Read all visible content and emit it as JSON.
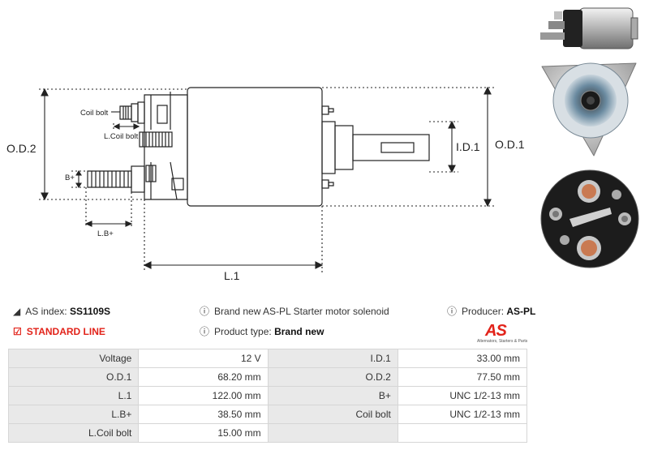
{
  "drawing": {
    "labels": {
      "od2": "O.D.2",
      "od1": "O.D.1",
      "id1": "I.D.1",
      "l1": "L.1",
      "lb": "L.B+",
      "b_plus": "B+",
      "coil_bolt": "Coil bolt",
      "l_coil_bolt": "L.Coil bolt"
    }
  },
  "photos": [
    {
      "name": "solenoid-side-view"
    },
    {
      "name": "solenoid-front-flange-view"
    },
    {
      "name": "solenoid-rear-terminal-view"
    }
  ],
  "info": {
    "as_index_label": "AS index:",
    "as_index_value": "SS1109S",
    "line_label": "STANDARD LINE",
    "brand_text": "Brand new AS-PL Starter motor solenoid",
    "product_type_label": "Product type:",
    "product_type_value": "Brand new",
    "producer_label": "Producer:",
    "producer_value": "AS-PL",
    "logo_text": "AS",
    "logo_tagline": "Alternators, Starters & Parts"
  },
  "specs": [
    {
      "k1": "Voltage",
      "v1": "12 V",
      "k2": "I.D.1",
      "v2": "33.00 mm"
    },
    {
      "k1": "O.D.1",
      "v1": "68.20 mm",
      "k2": "O.D.2",
      "v2": "77.50 mm"
    },
    {
      "k1": "L.1",
      "v1": "122.00 mm",
      "k2": "B+",
      "v2": "UNC 1/2-13 mm"
    },
    {
      "k1": "L.B+",
      "v1": "38.50 mm",
      "k2": "Coil bolt",
      "v2": "UNC 1/2-13 mm"
    },
    {
      "k1": "L.Coil bolt",
      "v1": "15.00 mm",
      "k2": "",
      "v2": ""
    }
  ],
  "colors": {
    "accent_red": "#e2231a",
    "table_key_bg": "#e9e9e9",
    "line_color": "#222222"
  }
}
